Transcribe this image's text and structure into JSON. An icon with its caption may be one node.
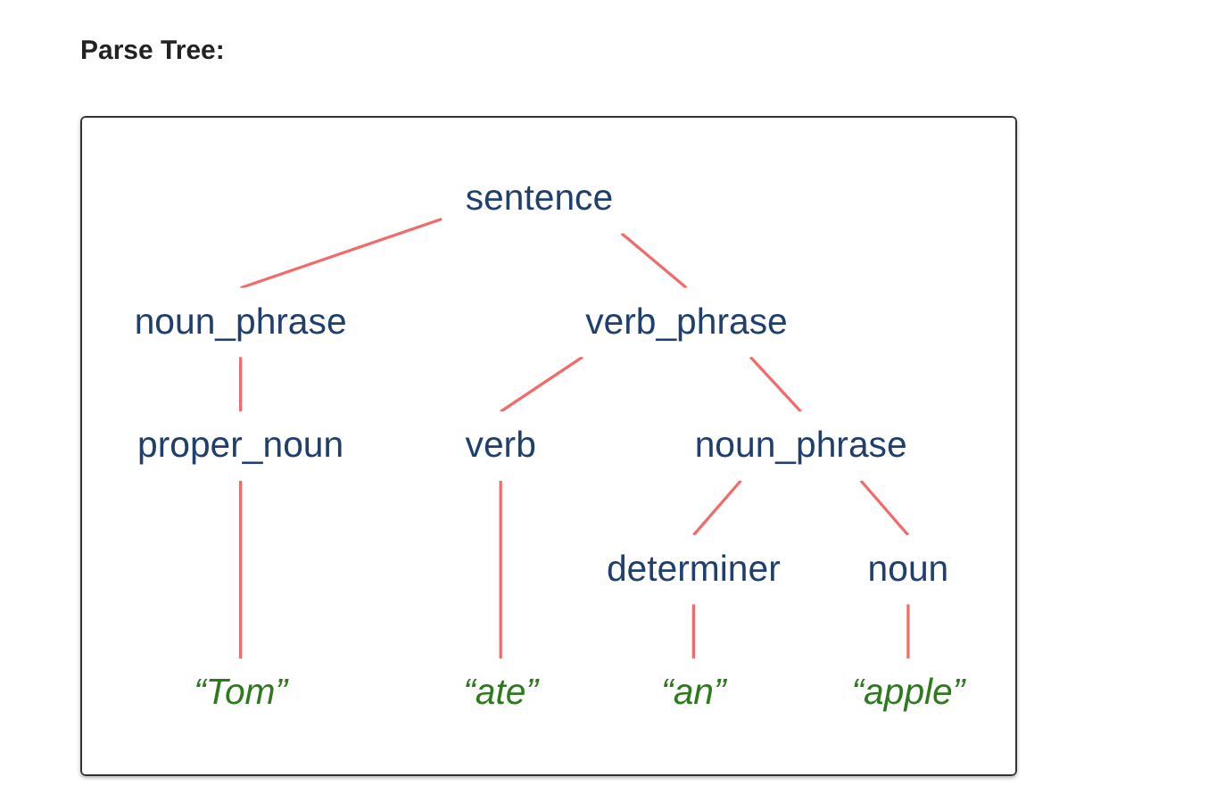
{
  "diagram": {
    "title": "Parse Tree:",
    "nodes": [
      {
        "text": [
          "sentence"
        ]
      },
      {
        "text": [
          "noun_phrase"
        ]
      },
      {
        "text": [
          "verb_phrase"
        ]
      },
      {
        "text": [
          "proper_noun"
        ]
      },
      {
        "text": [
          "verb"
        ]
      },
      {
        "text": [
          "noun_phrase"
        ]
      },
      {
        "text": [
          "determiner"
        ]
      },
      {
        "text": [
          "noun"
        ]
      },
      {
        "text": [
          "“Tom”"
        ]
      },
      {
        "text": [
          "“ate”"
        ]
      },
      {
        "text": [
          "“an”"
        ]
      },
      {
        "text": [
          "“apple”"
        ]
      }
    ],
    "edges": [
      {
        "from": 0,
        "to": 1,
        "arrow": "none"
      },
      {
        "from": 0,
        "to": 2,
        "arrow": "none"
      },
      {
        "from": 1,
        "to": 3,
        "arrow": "none"
      },
      {
        "from": 2,
        "to": 4,
        "arrow": "none"
      },
      {
        "from": 2,
        "to": 5,
        "arrow": "none"
      },
      {
        "from": 3,
        "to": 8,
        "arrow": "none"
      },
      {
        "from": 4,
        "to": 9,
        "arrow": "none"
      },
      {
        "from": 5,
        "to": 6,
        "arrow": "none"
      },
      {
        "from": 5,
        "to": 7,
        "arrow": "none"
      },
      {
        "from": 6,
        "to": 10,
        "arrow": "none"
      },
      {
        "from": 7,
        "to": 11,
        "arrow": "none"
      }
    ]
  }
}
